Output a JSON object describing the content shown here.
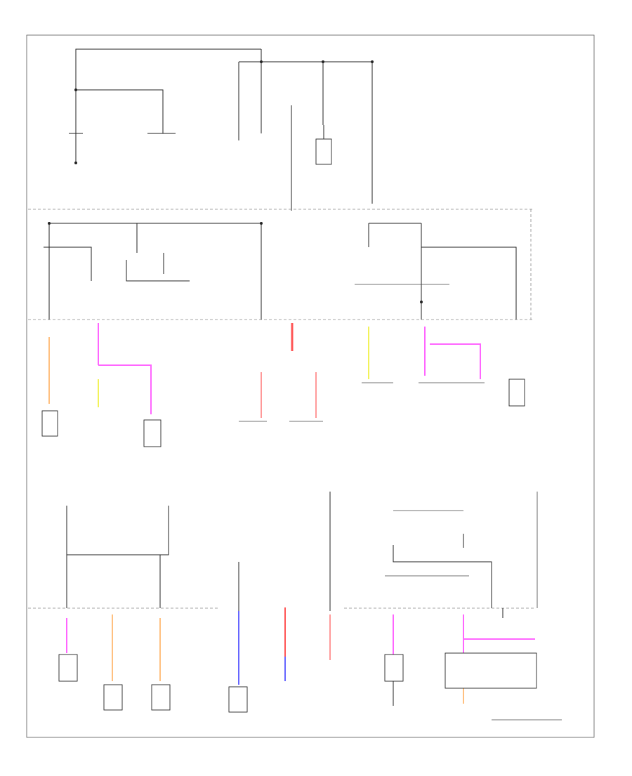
{
  "diagram": {
    "footer_code": "",
    "colors": {
      "line": "#222222",
      "pink": "#ff66ff",
      "yellow": "#f2f25a",
      "orange": "#ffc080",
      "red": "#ff5555",
      "light_red": "#ff9999",
      "blue": "#6666ff"
    },
    "blocks": [
      {
        "name": "battery-section",
        "labels": []
      },
      {
        "name": "fuse-box-top",
        "labels": []
      },
      {
        "name": "fuse-box-middle",
        "labels": []
      },
      {
        "name": "body-ground-section",
        "labels": []
      },
      {
        "name": "lower-left-section",
        "labels": []
      },
      {
        "name": "lower-right-section",
        "labels": []
      }
    ]
  }
}
